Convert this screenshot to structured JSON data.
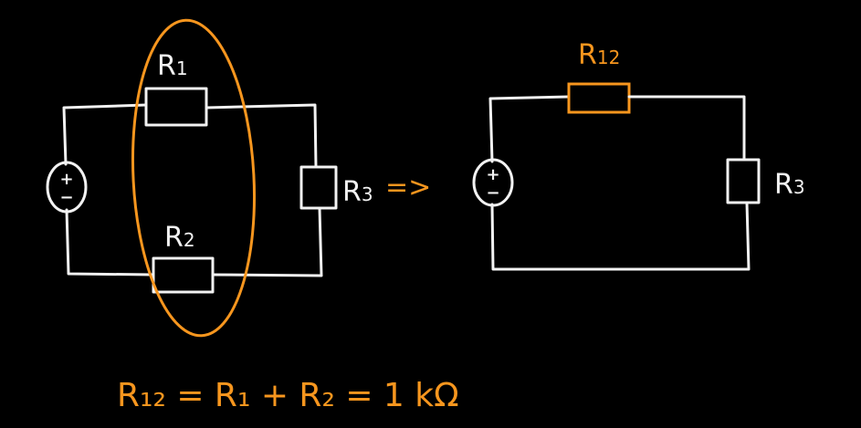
{
  "colors": {
    "wire": "#f2f2f2",
    "highlight": "#f7961e",
    "background": "#000000"
  },
  "left_circuit": {
    "r1": {
      "letter": "R",
      "sub": "1"
    },
    "r2": {
      "letter": "R",
      "sub": "2"
    },
    "r3": {
      "letter": "R",
      "sub": "3"
    },
    "source_plus": "+",
    "source_minus": "−"
  },
  "arrow": "=>",
  "right_circuit": {
    "r12": {
      "letter": "R",
      "sub": "12"
    },
    "r3": {
      "letter": "R",
      "sub": "3"
    },
    "source_plus": "+",
    "source_minus": "−"
  },
  "equation": "R₁₂ = R₁ + R₂ = 1 kΩ"
}
